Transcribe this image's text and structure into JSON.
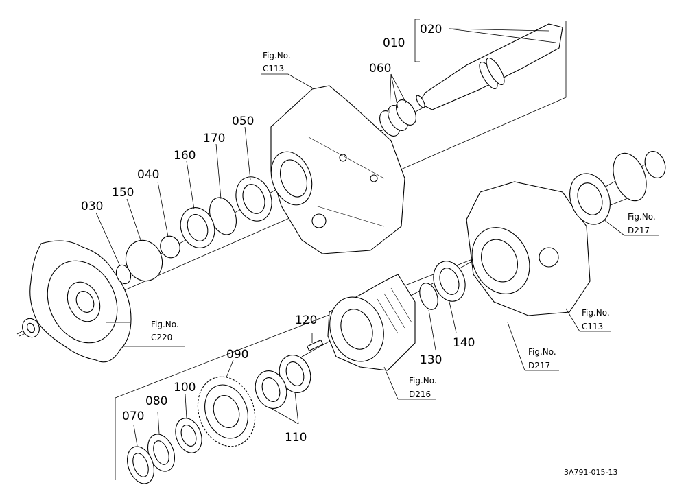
{
  "callouts": {
    "c010": "010",
    "c020": "020",
    "c030": "030",
    "c040": "040",
    "c050": "050",
    "c060": "060",
    "c070": "070",
    "c080": "080",
    "c090": "090",
    "c100": "100",
    "c110": "110",
    "c120": "120",
    "c130": "130",
    "c140": "140",
    "c150": "150",
    "c160": "160",
    "c170": "170"
  },
  "figure_refs": {
    "fig_label": "Fig.No.",
    "c113_top": "C113",
    "c220": "C220",
    "d217_right": "D217",
    "c113_right": "C113",
    "d217_bottom": "D217",
    "d216": "D216"
  },
  "drawing_code": "3A791-015-13"
}
